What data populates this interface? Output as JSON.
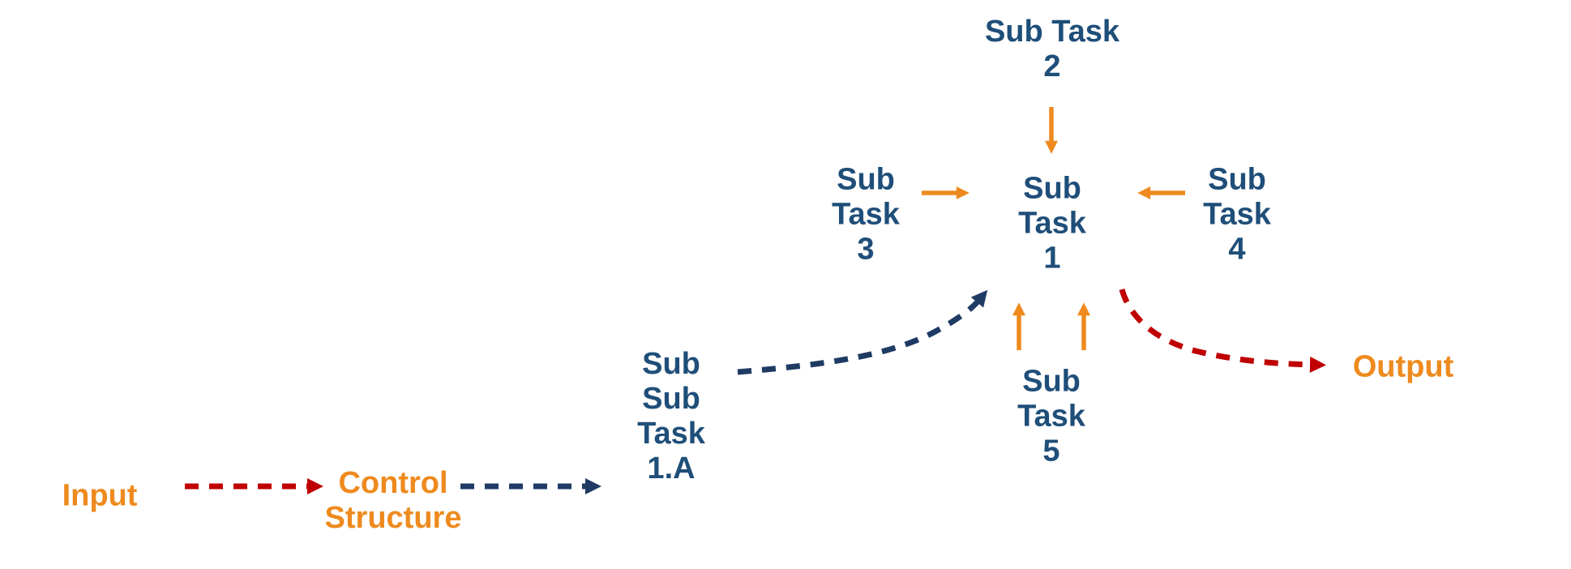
{
  "title": "Task control flow diagram",
  "colors": {
    "navy": "#1F4E79",
    "navy-dash": "#1F3B64",
    "orange": "#EE8A1E",
    "red": "#C00000",
    "background": "#FFFFFF"
  },
  "nodes": {
    "input": {
      "label": "Input"
    },
    "control_structure": {
      "label": "Control\nStructure"
    },
    "sub_sub_task_1a": {
      "label": "Sub\nSub\nTask\n1.A"
    },
    "sub_task_1": {
      "label": "Sub\nTask\n1"
    },
    "sub_task_2": {
      "label": "Sub Task\n2"
    },
    "sub_task_3": {
      "label": "Sub\nTask\n3"
    },
    "sub_task_4": {
      "label": "Sub\nTask\n4"
    },
    "sub_task_5": {
      "label": "Sub\nTask\n5"
    },
    "output": {
      "label": "Output"
    }
  },
  "edges": [
    {
      "from": "input",
      "to": "control_structure",
      "style": "dashed",
      "color": "red"
    },
    {
      "from": "control_structure",
      "to": "sub_sub_task_1a",
      "style": "dashed",
      "color": "navy-dash"
    },
    {
      "from": "sub_sub_task_1a",
      "to": "sub_task_1",
      "style": "dashed-curve",
      "color": "navy-dash"
    },
    {
      "from": "sub_task_2",
      "to": "sub_task_1",
      "style": "solid",
      "color": "orange"
    },
    {
      "from": "sub_task_3",
      "to": "sub_task_1",
      "style": "solid",
      "color": "orange"
    },
    {
      "from": "sub_task_4",
      "to": "sub_task_1",
      "style": "solid",
      "color": "orange"
    },
    {
      "from": "sub_task_5",
      "to": "sub_task_1",
      "style": "solid",
      "color": "orange",
      "arrow_count": 2
    },
    {
      "from": "sub_task_1",
      "to": "output",
      "style": "dashed-curve",
      "color": "red"
    }
  ]
}
